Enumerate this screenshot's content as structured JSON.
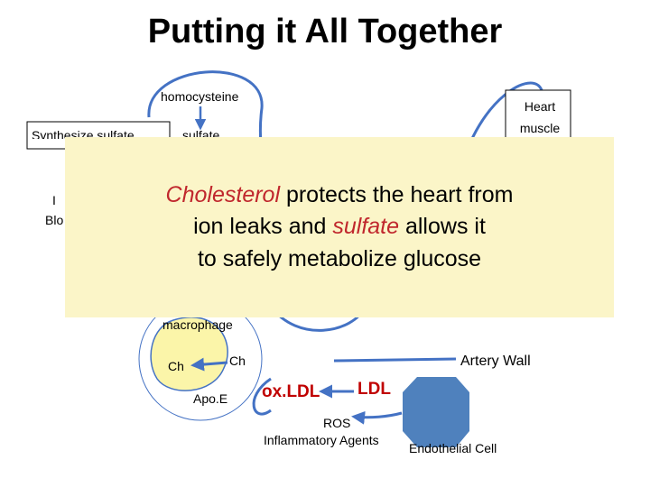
{
  "title": "Putting it All Together",
  "labels": {
    "homocysteine": "homocysteine",
    "heart_muscle_line1": "Heart",
    "heart_muscle_line2": "muscle",
    "synthesize_sulfate": "Synthesize sulfate",
    "sulfate": "sulfate",
    "left_partial_1": "I",
    "left_partial_2": "Blo",
    "macrophage": "macrophage",
    "ch_outer": "Ch",
    "ch_inner": "Ch",
    "apoe": "Apo.E",
    "artery_wall": "Artery Wall",
    "oxldl": "ox.LDL",
    "ldl": "LDL",
    "ros": "ROS",
    "inflammatory_agents": "Inflammatory Agents",
    "endothelial_cell": "Endothelial Cell"
  },
  "overlay": {
    "line1_highlight": "Cholesterol",
    "line1_rest": " protects the heart from",
    "line2_start": "ion leaks and ",
    "line2_highlight": "sulfate",
    "line2_rest": " allows it",
    "line3": "to safely metabolize glucose"
  },
  "colors": {
    "arrow_blue": "#4472c4",
    "macrophage_fill": "#fbf5a9",
    "endothelial_fill": "#4f81bd",
    "overlay_bg": "#fbf5c8",
    "highlight_red": "#c0272d",
    "ldl_red": "#c00000"
  }
}
